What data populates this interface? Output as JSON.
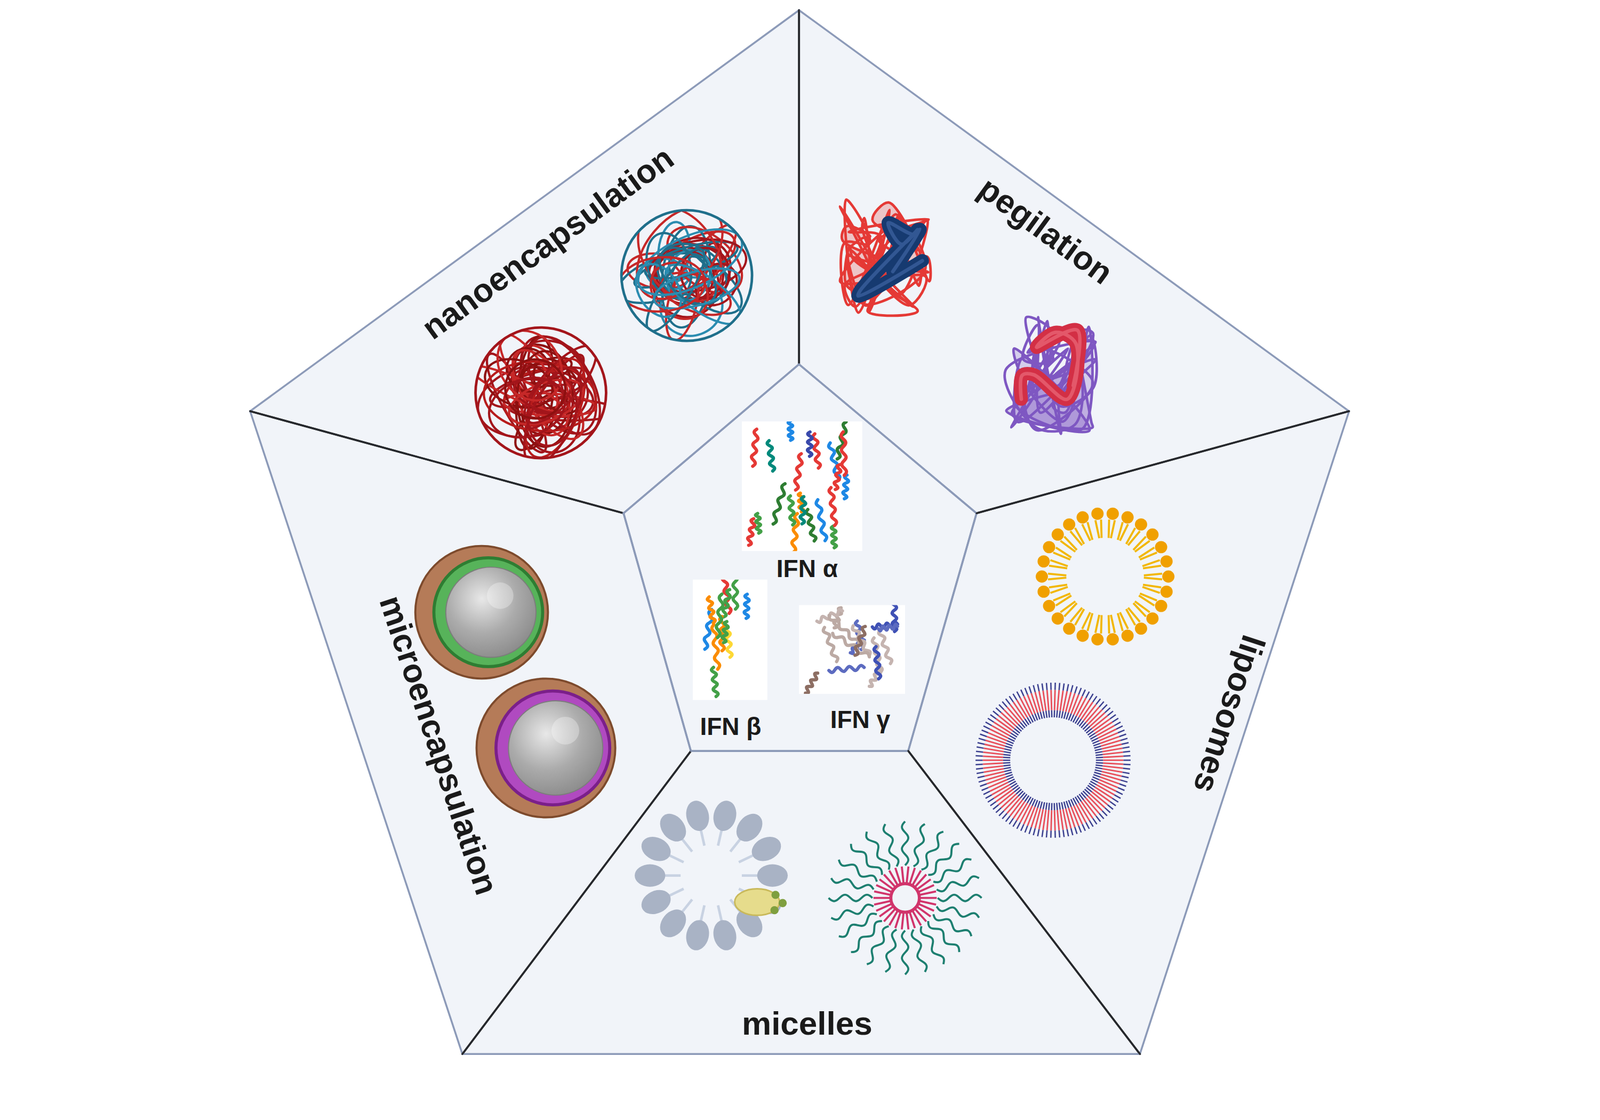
{
  "diagram": {
    "nodes": [
      {
        "text": [
          "nanoencapsulation"
        ]
      },
      {
        "text": [
          "pegilation"
        ]
      },
      {
        "text": [
          "microencapsulation"
        ]
      },
      {
        "text": [
          "IFN α",
          "IFN β",
          "IFN γ"
        ]
      },
      {
        "text": [
          "liposomes"
        ]
      },
      {
        "text": [
          "micelles"
        ]
      }
    ]
  }
}
